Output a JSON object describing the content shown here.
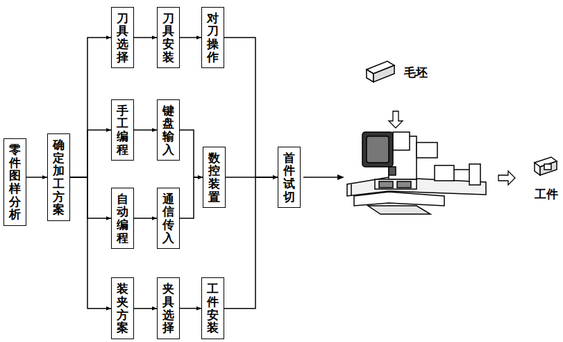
{
  "diagram": {
    "nodes": [
      {
        "text": [
          "零件图样分析"
        ]
      },
      {
        "text": [
          "确定加工方案"
        ]
      },
      {
        "text": [
          "刀具选择"
        ]
      },
      {
        "text": [
          "刀具安装"
        ]
      },
      {
        "text": [
          "对刀操作"
        ]
      },
      {
        "text": [
          "手工编程"
        ]
      },
      {
        "text": [
          "键盘输入"
        ]
      },
      {
        "text": [
          "自动编程"
        ]
      },
      {
        "text": [
          "通信传入"
        ]
      },
      {
        "text": [
          "数控装置"
        ]
      },
      {
        "text": [
          "装夹方案"
        ]
      },
      {
        "text": [
          "夹具选择"
        ]
      },
      {
        "text": [
          "工件安装"
        ]
      },
      {
        "text": [
          "首件试切"
        ]
      }
    ],
    "edges": [
      {
        "from": 0,
        "to": 1,
        "arrow": "to"
      },
      {
        "from": 1,
        "to": 2,
        "arrow": "to"
      },
      {
        "from": 1,
        "to": 5,
        "arrow": "to"
      },
      {
        "from": 1,
        "to": 7,
        "arrow": "to"
      },
      {
        "from": 1,
        "to": 10,
        "arrow": "to"
      },
      {
        "from": 2,
        "to": 3,
        "arrow": "to"
      },
      {
        "from": 3,
        "to": 4,
        "arrow": "to"
      },
      {
        "from": 5,
        "to": 6,
        "arrow": "to"
      },
      {
        "from": 7,
        "to": 8,
        "arrow": "to"
      },
      {
        "from": 6,
        "to": 9,
        "arrow": "to"
      },
      {
        "from": 8,
        "to": 9,
        "arrow": "to"
      },
      {
        "from": 10,
        "to": 11,
        "arrow": "to"
      },
      {
        "from": 11,
        "to": 12,
        "arrow": "to"
      },
      {
        "from": 9,
        "to": 13,
        "arrow": "to"
      },
      {
        "from": 4,
        "to": 13,
        "arrow": "to"
      },
      {
        "from": 12,
        "to": 13,
        "arrow": "to"
      }
    ],
    "labels": [
      "毛坯",
      "工件"
    ]
  }
}
